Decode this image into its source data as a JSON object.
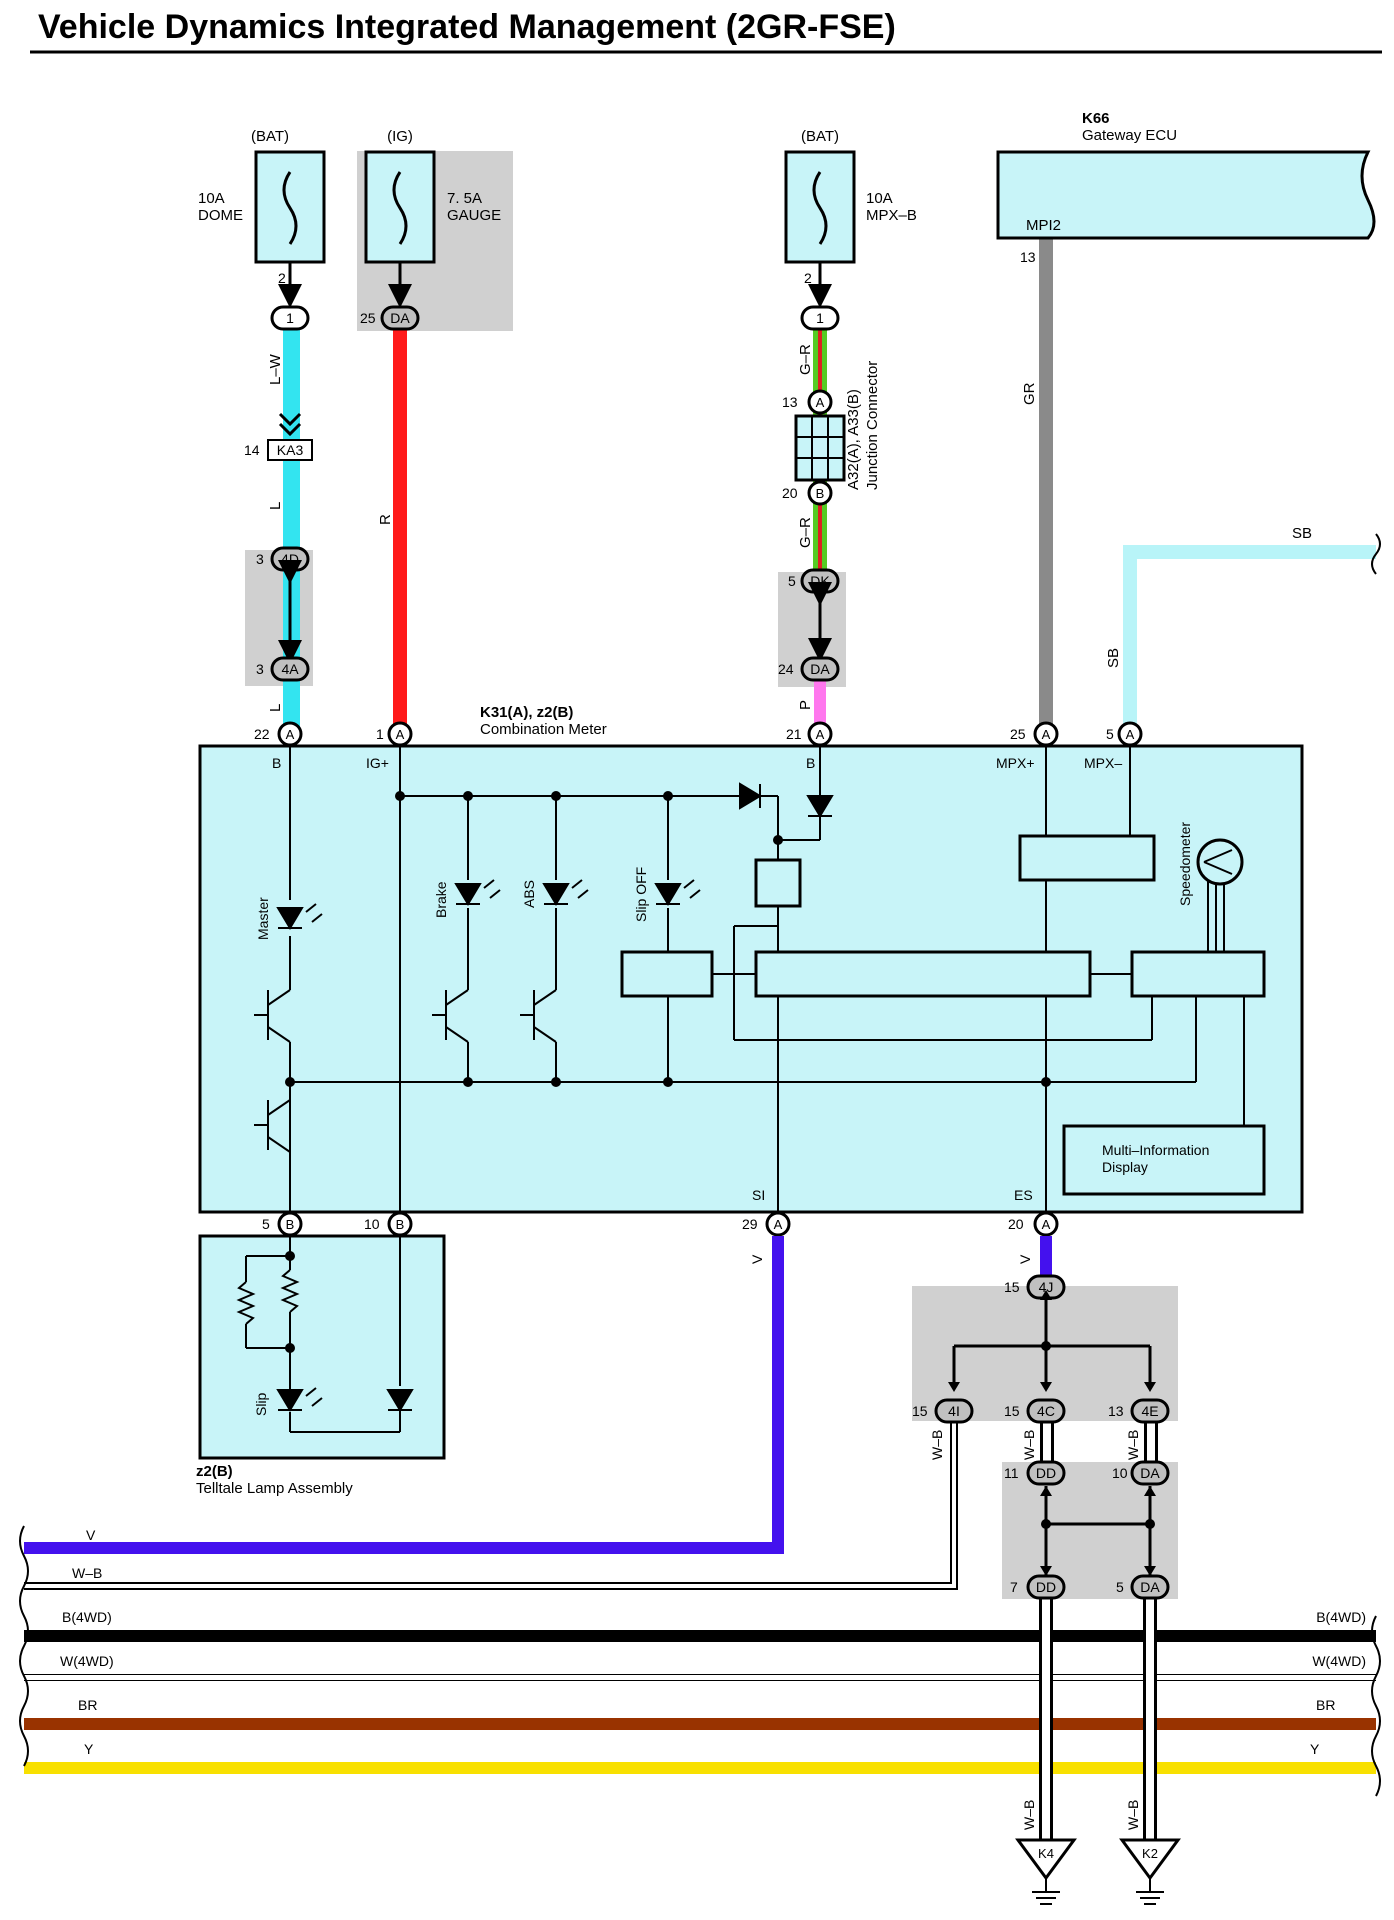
{
  "title": "Vehicle Dynamics Integrated Management (2GR-FSE)",
  "colors": {
    "L_W": "#33e4f0",
    "L": "#33e4f0",
    "R": "#ff1a1a",
    "G_R_green": "#55cc22",
    "G_R_red": "#dd2222",
    "P": "#ff77ee",
    "GR": "#8a8a8a",
    "SB": "#b8f4f8",
    "V": "#4411ee",
    "W_B": "#ffffff",
    "B": "#000000",
    "BR": "#993300",
    "Y": "#f8e000",
    "panel": "#c8f4f8",
    "splice_shade": "#d0d0d0"
  },
  "fuses": {
    "dome": {
      "source": "(BAT)",
      "rating": "10A",
      "name": "DOME",
      "pin": "2"
    },
    "gauge": {
      "source": "(IG)",
      "rating": "7. 5A",
      "name": "GAUGE",
      "pin": "25"
    },
    "mpxb": {
      "source": "(BAT)",
      "rating": "10A",
      "name": "MPX–B",
      "pin": "2"
    }
  },
  "gateway": {
    "code": "K66",
    "name": "Gateway ECU",
    "terminal": "MPI2",
    "pin": "13"
  },
  "junction_connector": {
    "code": "A32(A), A33(B)",
    "name": "Junction Connector",
    "pin_in": "13",
    "pin_out": "20"
  },
  "meter": {
    "code": "K31(A), z2(B)",
    "name": "Combination Meter",
    "terminals": {
      "b": "B",
      "ig": "IG+",
      "b2": "B",
      "mpxp": "MPX+",
      "mpxm": "MPX–",
      "si": "SI",
      "es": "ES"
    },
    "pins": {
      "p22": "22",
      "p1": "1",
      "p21": "21",
      "p25": "25",
      "p5": "5",
      "p29": "29",
      "p20": "20",
      "pb5": "5",
      "pb10": "10"
    },
    "lamps": {
      "master": "Master",
      "brake": "Brake",
      "abs": "ABS",
      "slipoff": "Slip OFF"
    },
    "speedometer": "Speedometer",
    "mid": [
      "Multi–Information",
      "Display"
    ]
  },
  "telltale": {
    "code": "z2(B)",
    "name": "Telltale Lamp Assembly",
    "lamp": "Slip"
  },
  "wire_labels": {
    "lw": "L–W",
    "l1": "L",
    "l2": "L",
    "r": "R",
    "gr1": "G–R",
    "gr2": "G–R",
    "p": "P",
    "gray": "GR",
    "sb": "SB",
    "sbtop": "SB",
    "v1": "V",
    "v2": "V",
    "wb1": "W–B",
    "wb2": "W–B",
    "wb3": "W–B",
    "wb4": "W–B",
    "wb5": "W–B"
  },
  "connectors": {
    "c1": "1",
    "da": "DA",
    "c1b": "1",
    "ka3": "KA3",
    "ka3pin": "14",
    "c4d": "4D",
    "c4dpin": "3",
    "c4a": "4A",
    "c4apin": "3",
    "ca": "A",
    "cb": "B",
    "dk": "DK",
    "dkpin": "5",
    "da2": "DA",
    "da2pin": "24",
    "c4j": "4J",
    "c4jpin": "15",
    "c4i": "4I",
    "c4ipin": "15",
    "c4c": "4C",
    "c4cpin": "15",
    "c4e": "4E",
    "c4epin": "13",
    "dd1": "DD",
    "dd1pin": "11",
    "da3": "DA",
    "da3pin": "10",
    "dd2": "DD",
    "dd2pin": "7",
    "da4": "DA",
    "da4pin": "5"
  },
  "buses": [
    {
      "label_left": "V",
      "label_right": ""
    },
    {
      "label_left": "W–B",
      "label_right": ""
    },
    {
      "label_left": "B(4WD)",
      "label_right": "B(4WD)"
    },
    {
      "label_left": "W(4WD)",
      "label_right": "W(4WD)"
    },
    {
      "label_left": "BR",
      "label_right": "BR"
    },
    {
      "label_left": "Y",
      "label_right": "Y"
    }
  ],
  "grounds": {
    "k4": "K4",
    "k2": "K2"
  }
}
